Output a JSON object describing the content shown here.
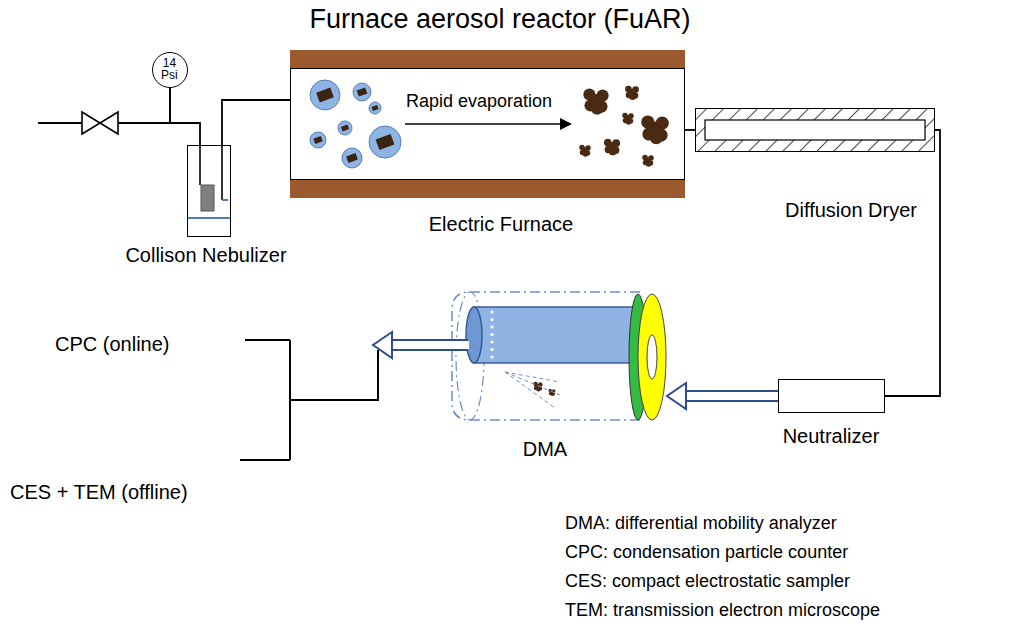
{
  "diagram": {
    "title": "Furnace aerosol reactor (FuAR)",
    "nodes": [
      {
        "text": [
          "14 Psi"
        ]
      },
      {
        "text": [
          "Collison Nebulizer"
        ]
      },
      {
        "text": [
          "Rapid evaporation",
          "Electric Furnace"
        ]
      },
      {
        "text": [
          "Diffusion Dryer"
        ]
      },
      {
        "text": [
          "Neutralizer"
        ]
      },
      {
        "text": [
          "DMA"
        ]
      }
    ],
    "edges": [
      {
        "from": 0,
        "to": 1,
        "arrow": "none"
      },
      {
        "from": 1,
        "to": 2,
        "arrow": "none"
      },
      {
        "from": 2,
        "to": 3,
        "arrow": "none"
      },
      {
        "from": 3,
        "to": 4,
        "arrow": "none"
      },
      {
        "from": 4,
        "to": 5,
        "arrow": "to"
      }
    ],
    "labels": [
      "CPC (online)",
      "CES + TEM (offline)",
      "DMA: differential mobility analyzer",
      "CPC: condensation particle counter",
      "CES: compact electrostatic sampler",
      "TEM: transmission electron microscope"
    ]
  }
}
